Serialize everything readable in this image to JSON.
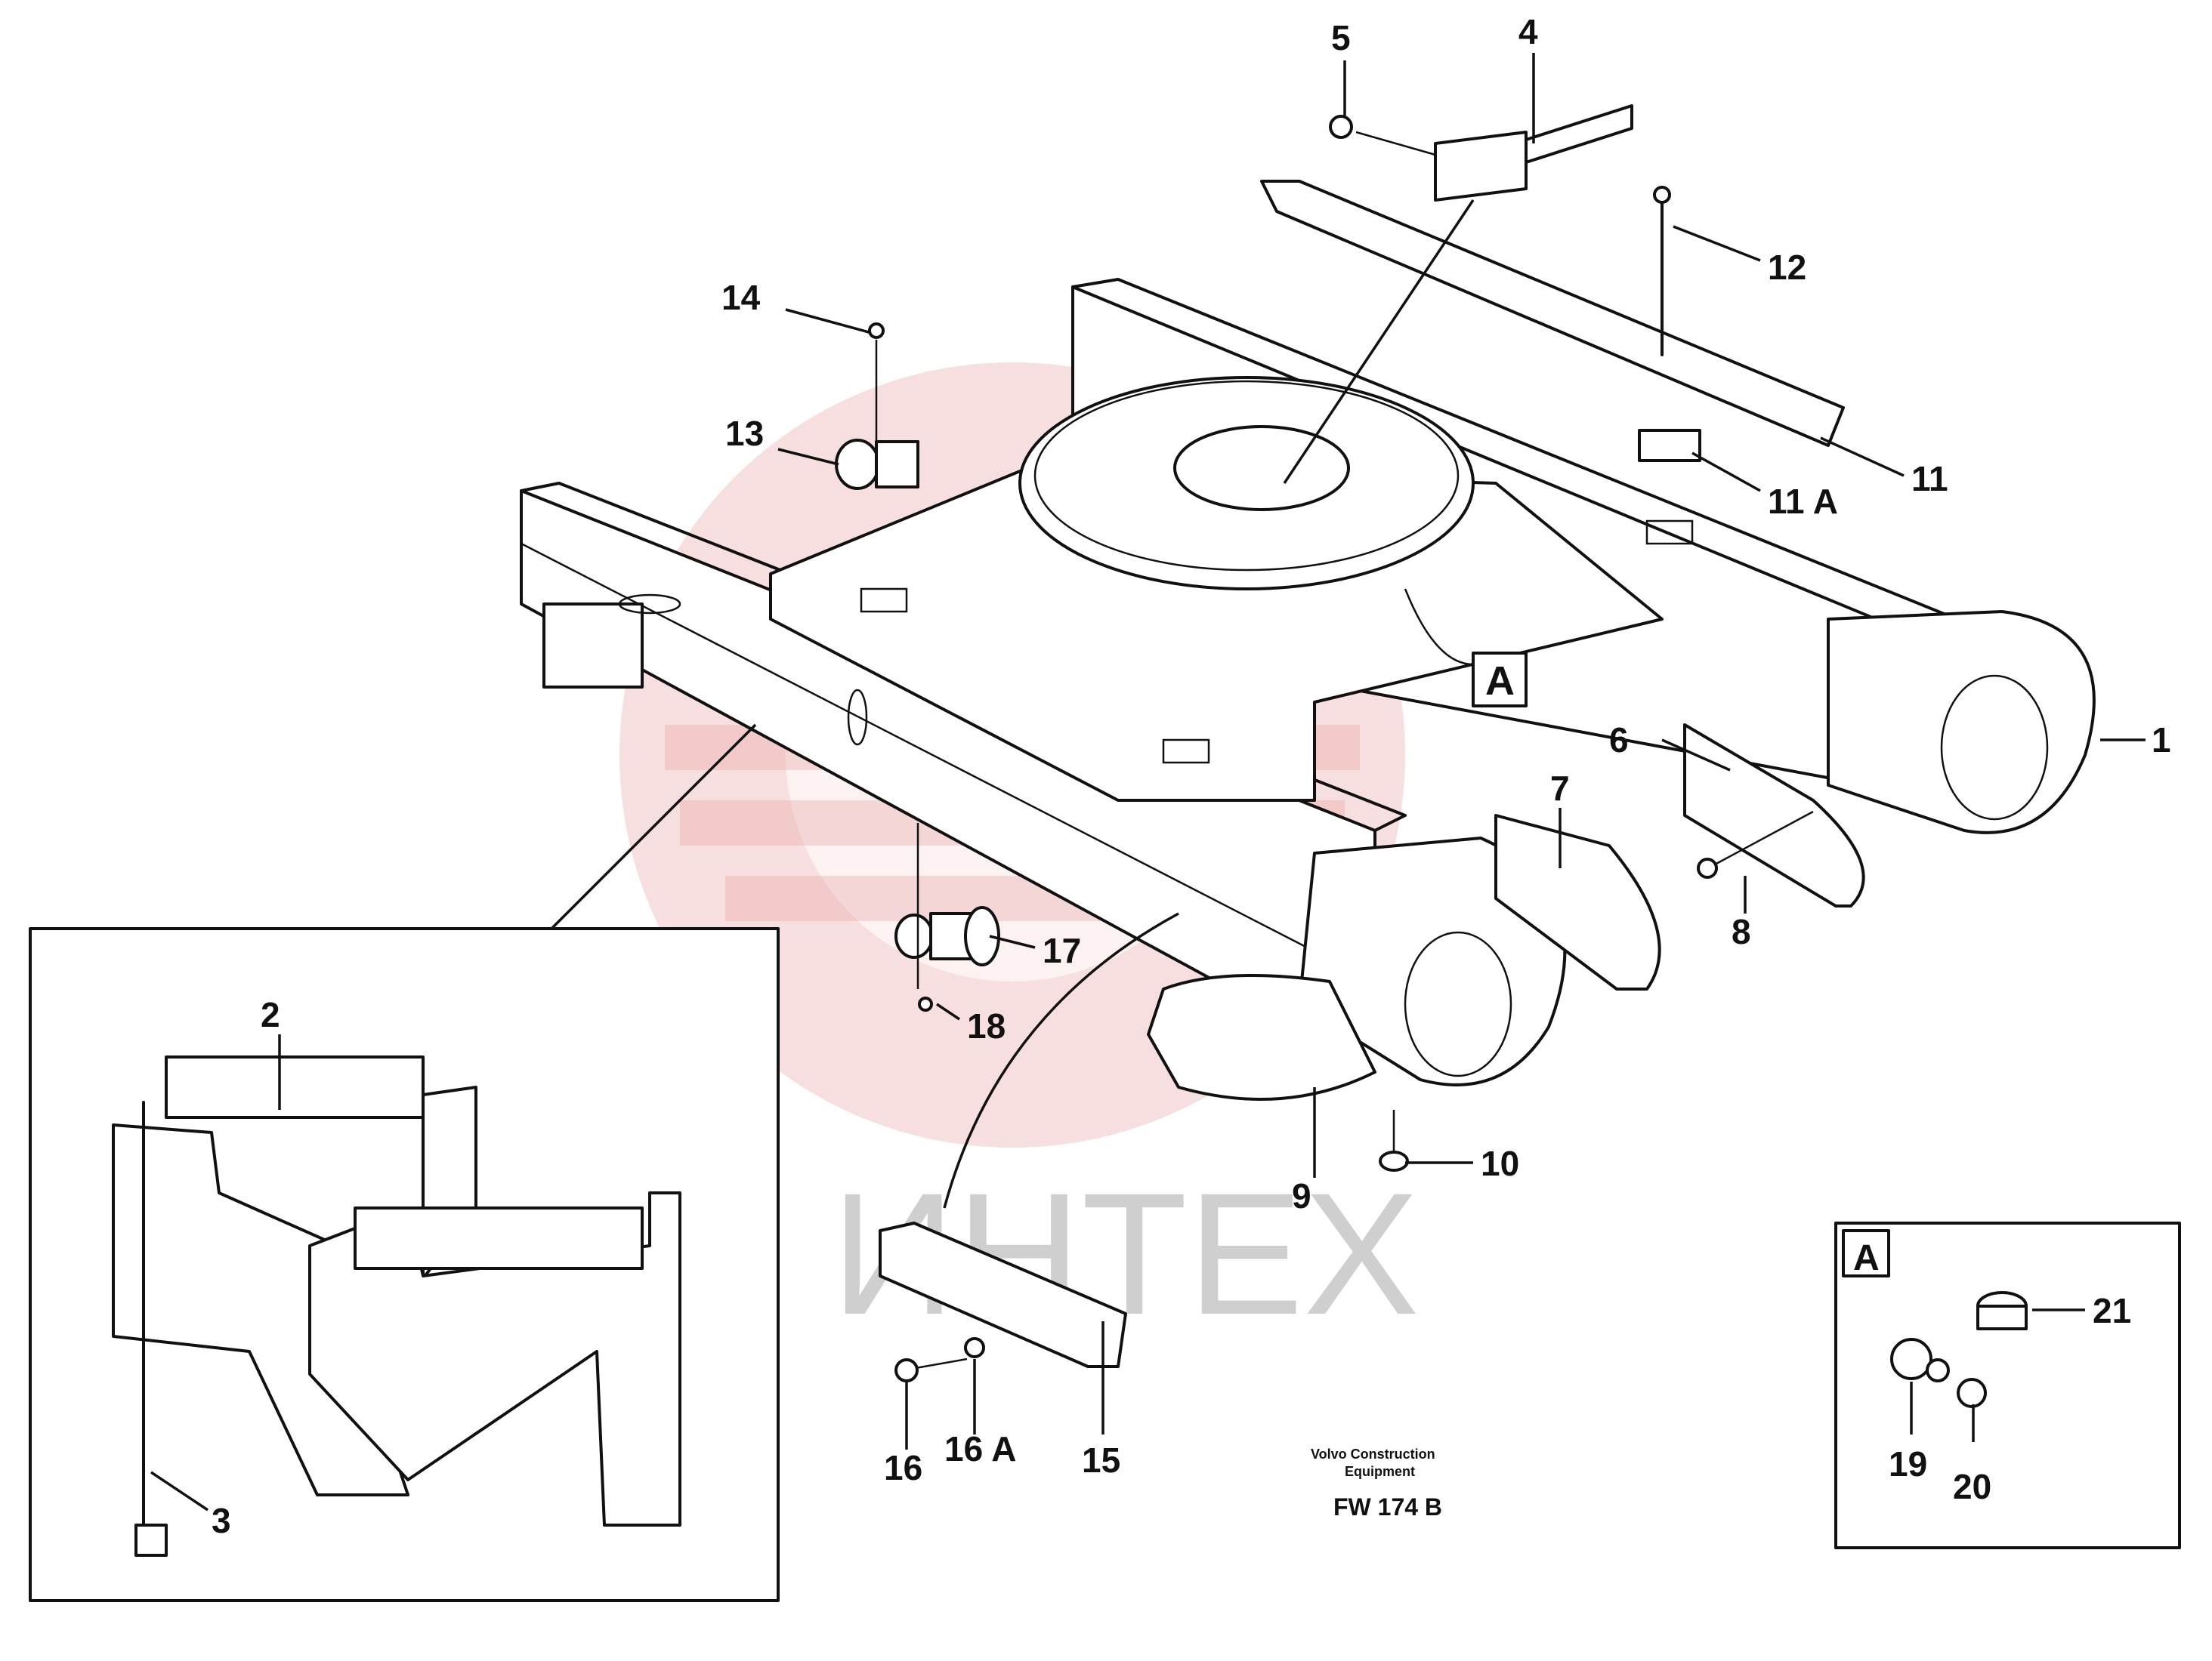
{
  "labels": {
    "l1": "1",
    "l2": "2",
    "l3": "3",
    "l4": "4",
    "l5": "5",
    "l6": "6",
    "l7": "7",
    "l8": "8",
    "l9": "9",
    "l10": "10",
    "l11": "11",
    "l11a": "11 A",
    "l12": "12",
    "l13": "13",
    "l14": "14",
    "l15": "15",
    "l16": "16",
    "l16a": "16 A",
    "l17": "17",
    "l18": "18",
    "l19": "19",
    "l20": "20",
    "l21": "21"
  },
  "detail_marker": "A",
  "detail_box_title": "A",
  "watermark_text": "ИНТЕХ",
  "footer": {
    "line1": "Volvo Construction",
    "line2": "Equipment",
    "code": "FW 174 B"
  },
  "colors": {
    "ink": "#111111",
    "watermark": "#e8a3a3",
    "background": "#ffffff"
  }
}
